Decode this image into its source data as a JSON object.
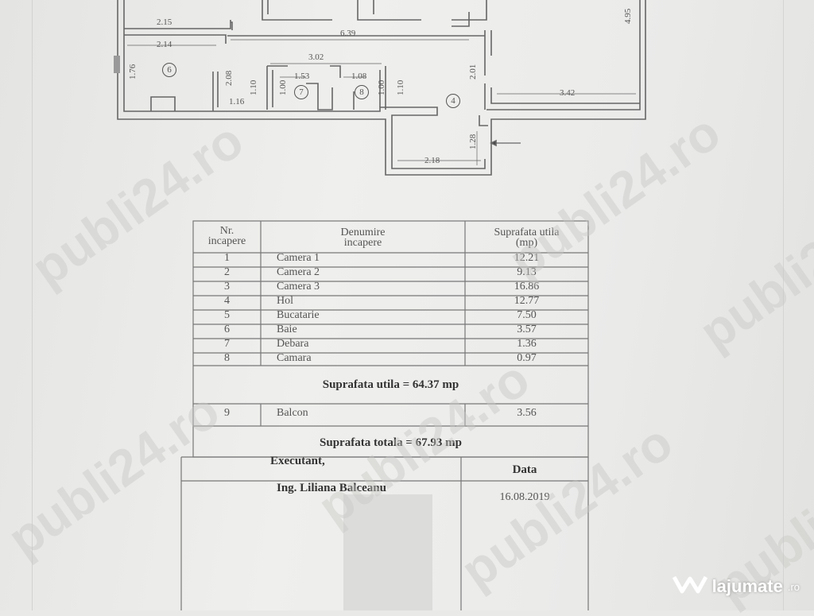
{
  "plan": {
    "dimensions": {
      "d215": "2.15",
      "d214": "2.14",
      "d639": "6.39",
      "d302": "3.02",
      "d153": "1.53",
      "d108": "1.08",
      "d116": "1.16",
      "d208": "2.08",
      "d110a": "1.10",
      "d100a": "1.00",
      "d100b": "1.00",
      "d110b": "1.10",
      "d176": "1.76",
      "d201": "2.01",
      "d342": "3.42",
      "d128": "1.28",
      "d218": "2.18",
      "d495": "4.95"
    },
    "rooms": [
      "6",
      "7",
      "8",
      "4"
    ],
    "entrance_arrow": "←"
  },
  "table": {
    "headers": {
      "nr": [
        "Nr.",
        "incapere"
      ],
      "name": [
        "Denumire",
        "incapere"
      ],
      "area": [
        "Suprafata utila",
        "(mp)"
      ]
    },
    "rows": [
      {
        "nr": "1",
        "name": "Camera 1",
        "area": "12.21"
      },
      {
        "nr": "2",
        "name": "Camera 2",
        "area": "9.13"
      },
      {
        "nr": "3",
        "name": "Camera 3",
        "area": "16.86"
      },
      {
        "nr": "4",
        "name": "Hol",
        "area": "12.77"
      },
      {
        "nr": "5",
        "name": "Bucatarie",
        "area": "7.50"
      },
      {
        "nr": "6",
        "name": "Baie",
        "area": "3.57"
      },
      {
        "nr": "7",
        "name": "Debara",
        "area": "1.36"
      },
      {
        "nr": "8",
        "name": "Camara",
        "area": "0.97"
      }
    ],
    "subtotal": "Suprafata utila = 64.37 mp",
    "balcony": {
      "nr": "9",
      "name": "Balcon",
      "area": "3.56"
    },
    "total": "Suprafata totala = 67.93 mp",
    "executant_label": "Executant,",
    "executant_name": "Ing. Liliana Balceanu",
    "date_label": "Data",
    "date_value": "16.08.2019"
  },
  "watermark": "publi24.ro",
  "logo": {
    "name": "lajumate",
    "tld": ".ro"
  }
}
